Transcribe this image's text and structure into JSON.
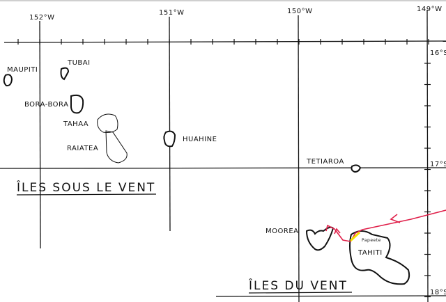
{
  "title": "Îles de la Société",
  "meridians": [
    "152°W",
    "151°W",
    "150°W",
    "149°W"
  ],
  "parallels": [
    "16°S",
    "17°S",
    "18°S"
  ],
  "islands": {
    "maupiti": "MAUPITI",
    "tubai": "TUBAI",
    "bora_bora": "BORA-BORA",
    "tahaa": "TAHAA",
    "raiatea": "RAIATEA",
    "huahine": "HUAHINE",
    "tetiaroa": "TETIAROA",
    "moorea": "MOOREA",
    "tahiti": "TAHITI",
    "papeete": "Papeete"
  },
  "groups": {
    "leeward": "ÎLES SOUS LE VENT",
    "windward": "ÎLES DU VENT"
  },
  "colors": {
    "route": "#e0204a",
    "highlight": "#f5e000",
    "ink": "#111111"
  }
}
